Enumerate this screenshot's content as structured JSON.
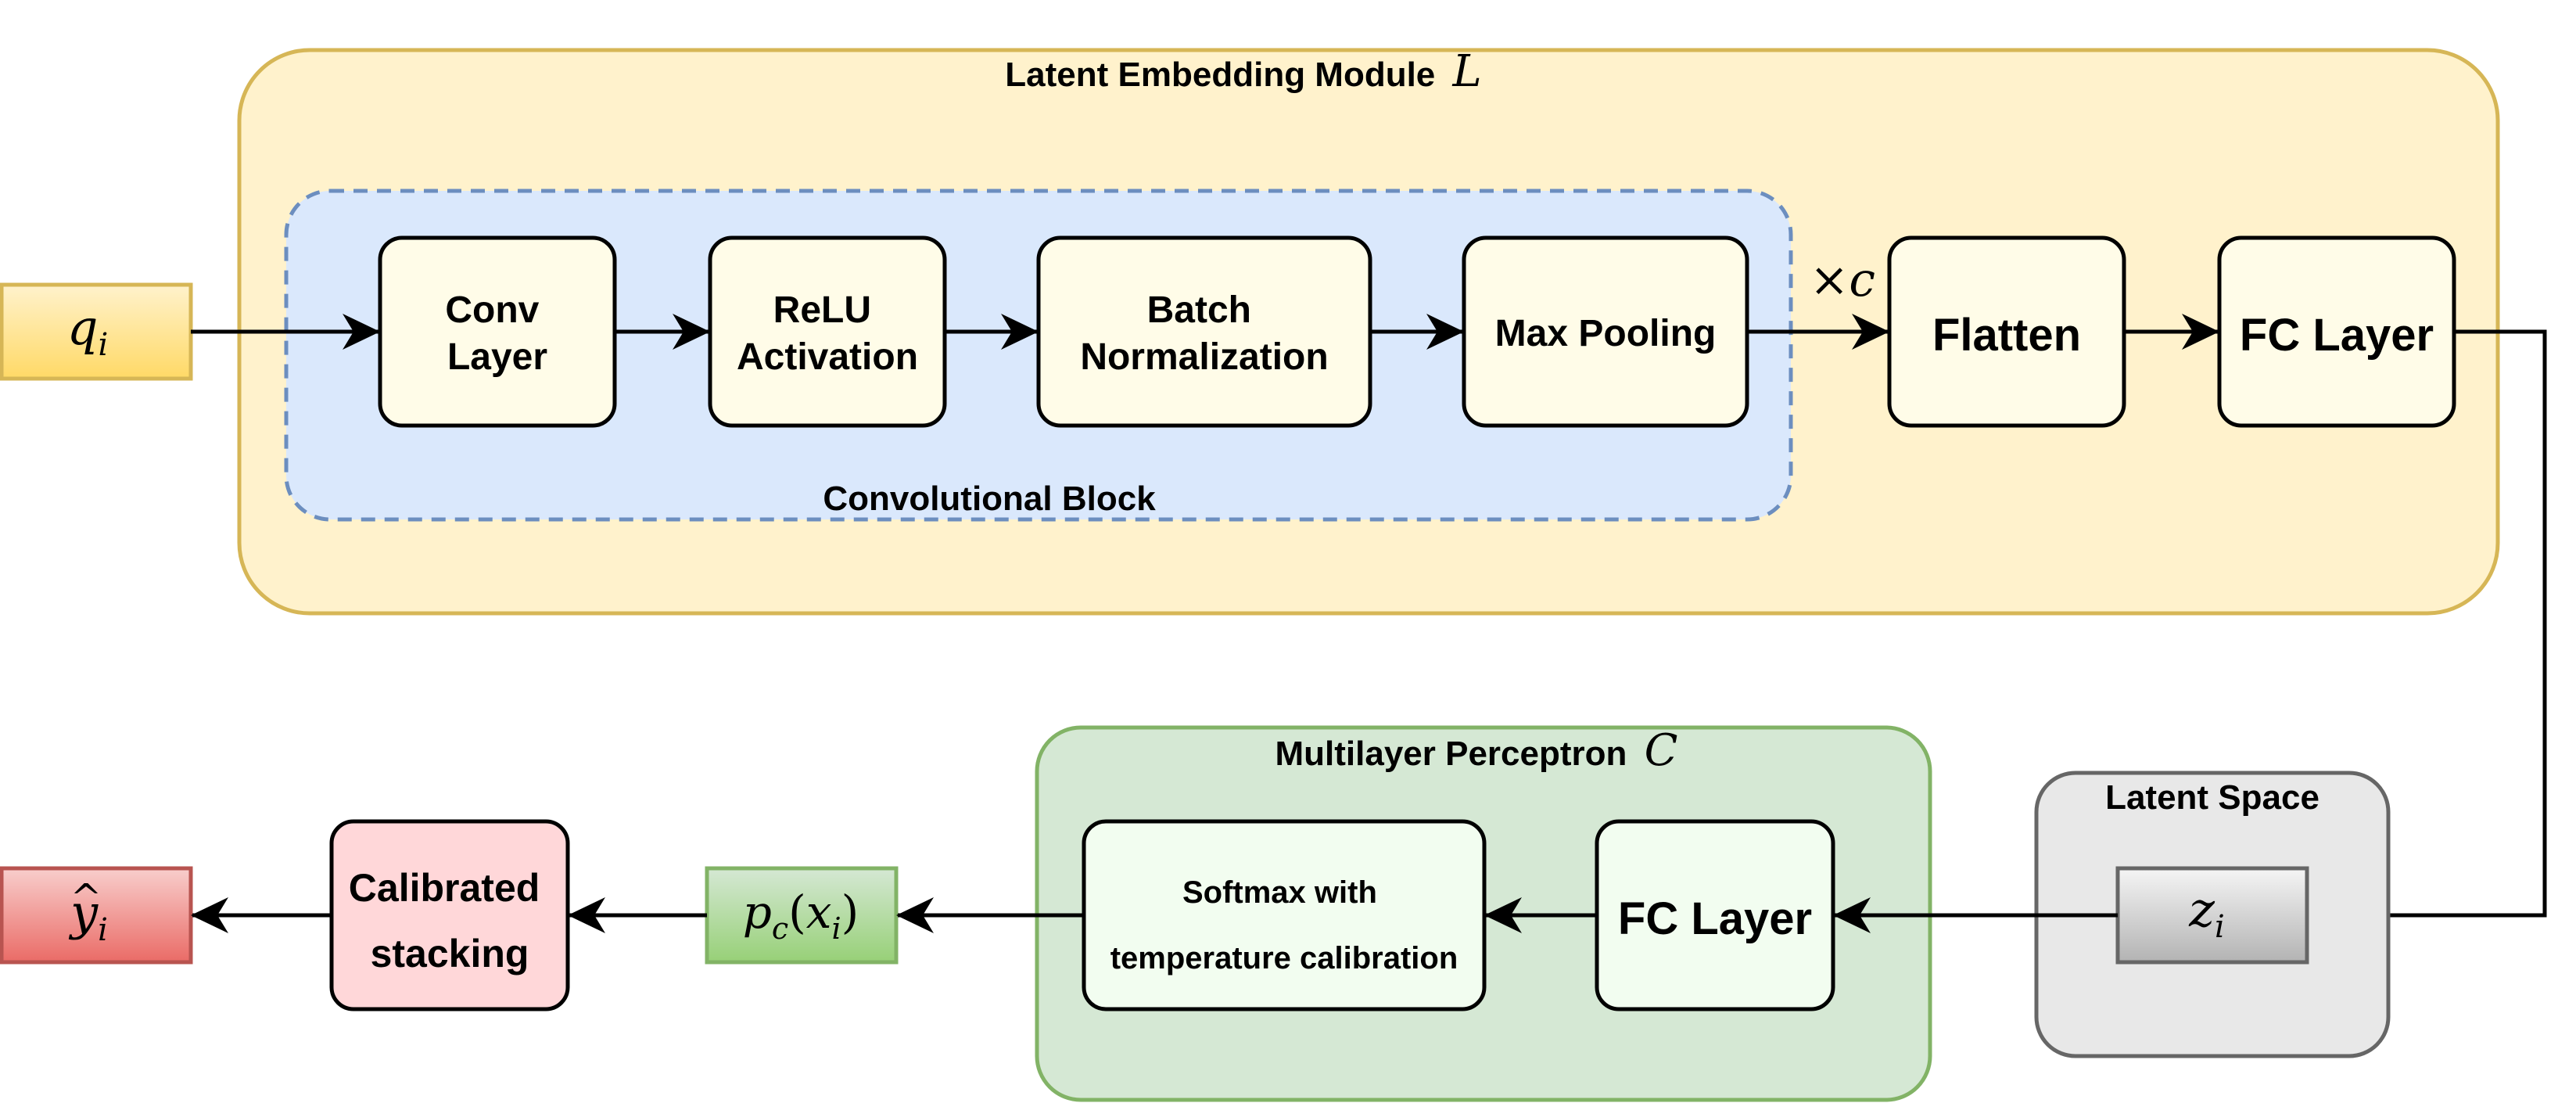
{
  "colors": {
    "latent_module_fill": "#fff2cc",
    "latent_module_stroke": "#d6b656",
    "conv_block_fill": "#dae8fc",
    "conv_block_stroke": "#6c8ebf",
    "layer_fill": "#fffce8",
    "mlp_fill": "#d5e8d4",
    "mlp_stroke": "#82b366",
    "mlp_node_fill": "#f2fdf0",
    "latent_space_fill": "#e8e8e8",
    "latent_space_stroke": "#666666",
    "input_fill": "#ffd966",
    "input_stroke": "#d6b656",
    "z_fill": "#b3b3b3",
    "p_fill": "#b9e0a5",
    "p_stroke": "#82b366",
    "output_fill": "#ea6b66",
    "output_stroke": "#b85450",
    "stack_fill": "#ffd7d9",
    "edge": "#000000"
  },
  "latent_module": {
    "title": "Latent Embedding Module",
    "symbol": "L"
  },
  "conv_block": {
    "title": "Convolutional Block",
    "repeat_mult": "×",
    "repeat_var": "c",
    "layers": [
      {
        "line1": "Conv",
        "line2": "Layer"
      },
      {
        "line1": "ReLU",
        "line2": "Activation"
      },
      {
        "line1": "Batch",
        "line2": "Normalization"
      },
      {
        "line1": "Max Pooling",
        "line2": ""
      }
    ]
  },
  "flatten": {
    "label": "Flatten"
  },
  "fc_top": {
    "label": "FC Layer"
  },
  "input": {
    "var": "q",
    "sub": "i"
  },
  "latent_space": {
    "title": "Latent Space",
    "var": "z",
    "sub": "i"
  },
  "mlp": {
    "title": "Multilayer Perceptron",
    "symbol": "C",
    "fc_label": "FC Layer",
    "softmax_line1": "Softmax with",
    "softmax_line2": "temperature calibration"
  },
  "prob": {
    "p": "p",
    "p_sub": "c",
    "open": "(",
    "x": "x",
    "x_sub": "i",
    "close": ")"
  },
  "stacking": {
    "line1": "Calibrated",
    "line2": "stacking"
  },
  "output": {
    "hat": "^",
    "var": "y",
    "sub": "i"
  }
}
